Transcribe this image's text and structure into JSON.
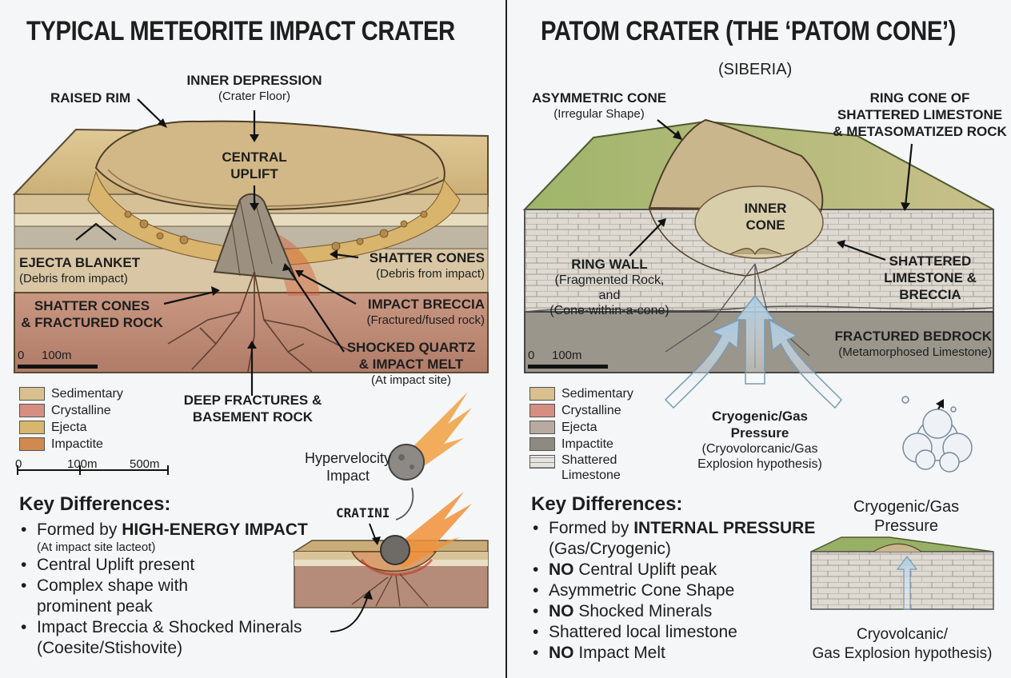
{
  "left": {
    "title": "TYPICAL METEORITE IMPACT CRATER",
    "labels": {
      "raised_rim": "RAISED RIM",
      "inner_depression": "INNER DEPRESSION",
      "inner_depression_sub": "(Crater Floor)",
      "central_uplift_1": "CENTRAL",
      "central_uplift_2": "UPLIFT",
      "ejecta_blanket": "EJECTA BLANKET",
      "ejecta_blanket_sub": "(Debris from impact)",
      "shatter_cones_r": "SHATTER CONES",
      "shatter_cones_r_sub": "(Debris from impact)",
      "shatter_frac_1": "SHATTER CONES",
      "shatter_frac_2": "& FRACTURED ROCK",
      "impact_breccia": "IMPACT BRECCIA",
      "impact_breccia_sub": "(Fractured/fused rock)",
      "shocked_1": "SHOCKED QUARTZ",
      "shocked_2": "& IMPACT MELT",
      "shocked_sub": "(At impact site)",
      "deep_1": "DEEP FRACTURES &",
      "deep_2": "BASEMENT ROCK",
      "scale_0": "0",
      "scale_100": "100m",
      "hypervelocity_1": "Hypervelocity",
      "hypervelocity_2": "Impact",
      "cratini": "CRATINI"
    },
    "legend": [
      {
        "label": "Sedimentary",
        "color": "#d9c08e"
      },
      {
        "label": "Crystalline",
        "color": "#d58f80"
      },
      {
        "label": "Ejecta",
        "color": "#d9b66e"
      },
      {
        "label": "Impactite",
        "color": "#d08a4f"
      }
    ],
    "scale2": {
      "a": "0",
      "b": "100m",
      "c": "500m"
    },
    "key_title": "Key Differences:",
    "key_items": [
      {
        "pre": "Formed by ",
        "bold": "HIGH-ENERGY IMPACT",
        "post": "",
        "note": "(At impact site lacteot)"
      },
      {
        "pre": "Central Uplift present",
        "bold": "",
        "post": "",
        "note": ""
      },
      {
        "pre": "Complex shape with prominent peak",
        "bold": "",
        "post": "",
        "note": ""
      },
      {
        "pre": "Impact Breccia & Shocked Minerals (Coesite/Stishovite)",
        "bold": "",
        "post": "",
        "note": ""
      }
    ]
  },
  "right": {
    "title": "PATOM CRATER (THE ‘PATOM CONE’)",
    "subtitle": "(SIBERIA)",
    "labels": {
      "asym": "ASYMMETRIC CONE",
      "asym_sub": "(Irregular Shape)",
      "ring_cone_1": "RING CONE OF",
      "ring_cone_2": "SHATTERED LIMESTONE",
      "ring_cone_3": "& METASOMATIZED ROCK",
      "inner_cone_1": "INNER",
      "inner_cone_2": "CONE",
      "ring_wall": "RING WALL",
      "ring_wall_sub1": "(Fragmented Rock,",
      "ring_wall_sub2": "and",
      "ring_wall_sub3": "(Cone-within-a-cone)",
      "shattered_1": "SHATTERED",
      "shattered_2": "LIMESTONE &",
      "shattered_3": "BRECCIA",
      "fractured": "FRACTURED BEDROCK",
      "fractured_sub": "(Metamorphosed Limestone)",
      "scale_0": "0",
      "scale_100": "100m",
      "cryo_1": "Cryogenic/Gas",
      "cryo_2": "Pressure",
      "cryo_sub1": "(Cryovolorcanic/Gas",
      "cryo_sub2": "Explosion hypothesis)",
      "cryo2_1": "Cryogenic/Gas",
      "cryo2_2": "Pressure",
      "cryovolc_1": "Cryovolcanic/",
      "cryovolc_2": "Gas Explosion hypothesis)"
    },
    "legend": [
      {
        "label": "Sedimentary",
        "color": "#d9c08e"
      },
      {
        "label": "Crystalline",
        "color": "#d58f80"
      },
      {
        "label": "Ejecta",
        "color": "#b8aaa0"
      },
      {
        "label": "Impactite",
        "color": "#8e8a82"
      },
      {
        "label": "Shattered Limestone",
        "color": "#e6e4df"
      }
    ],
    "key_title": "Key Differences:",
    "key_items": [
      {
        "pre": "Formed by ",
        "bold": "INTERNAL PRESSURE",
        "post": "",
        "note": ""
      },
      {
        "pre": "(Gas/Cryogenic)",
        "bold": "",
        "post": "",
        "note": "",
        "nobullet": true
      },
      {
        "pre": "",
        "bold": "NO",
        "post": " Central Uplift peak",
        "note": ""
      },
      {
        "pre": "Asymmetric Cone Shape",
        "bold": "",
        "post": "",
        "note": ""
      },
      {
        "pre": "",
        "bold": "NO",
        "post": " Shocked Minerals",
        "note": ""
      },
      {
        "pre": "Shattered local limestone",
        "bold": "",
        "post": "",
        "note": ""
      },
      {
        "pre": "",
        "bold": "NO",
        "post": " Impact Melt",
        "note": ""
      }
    ]
  }
}
